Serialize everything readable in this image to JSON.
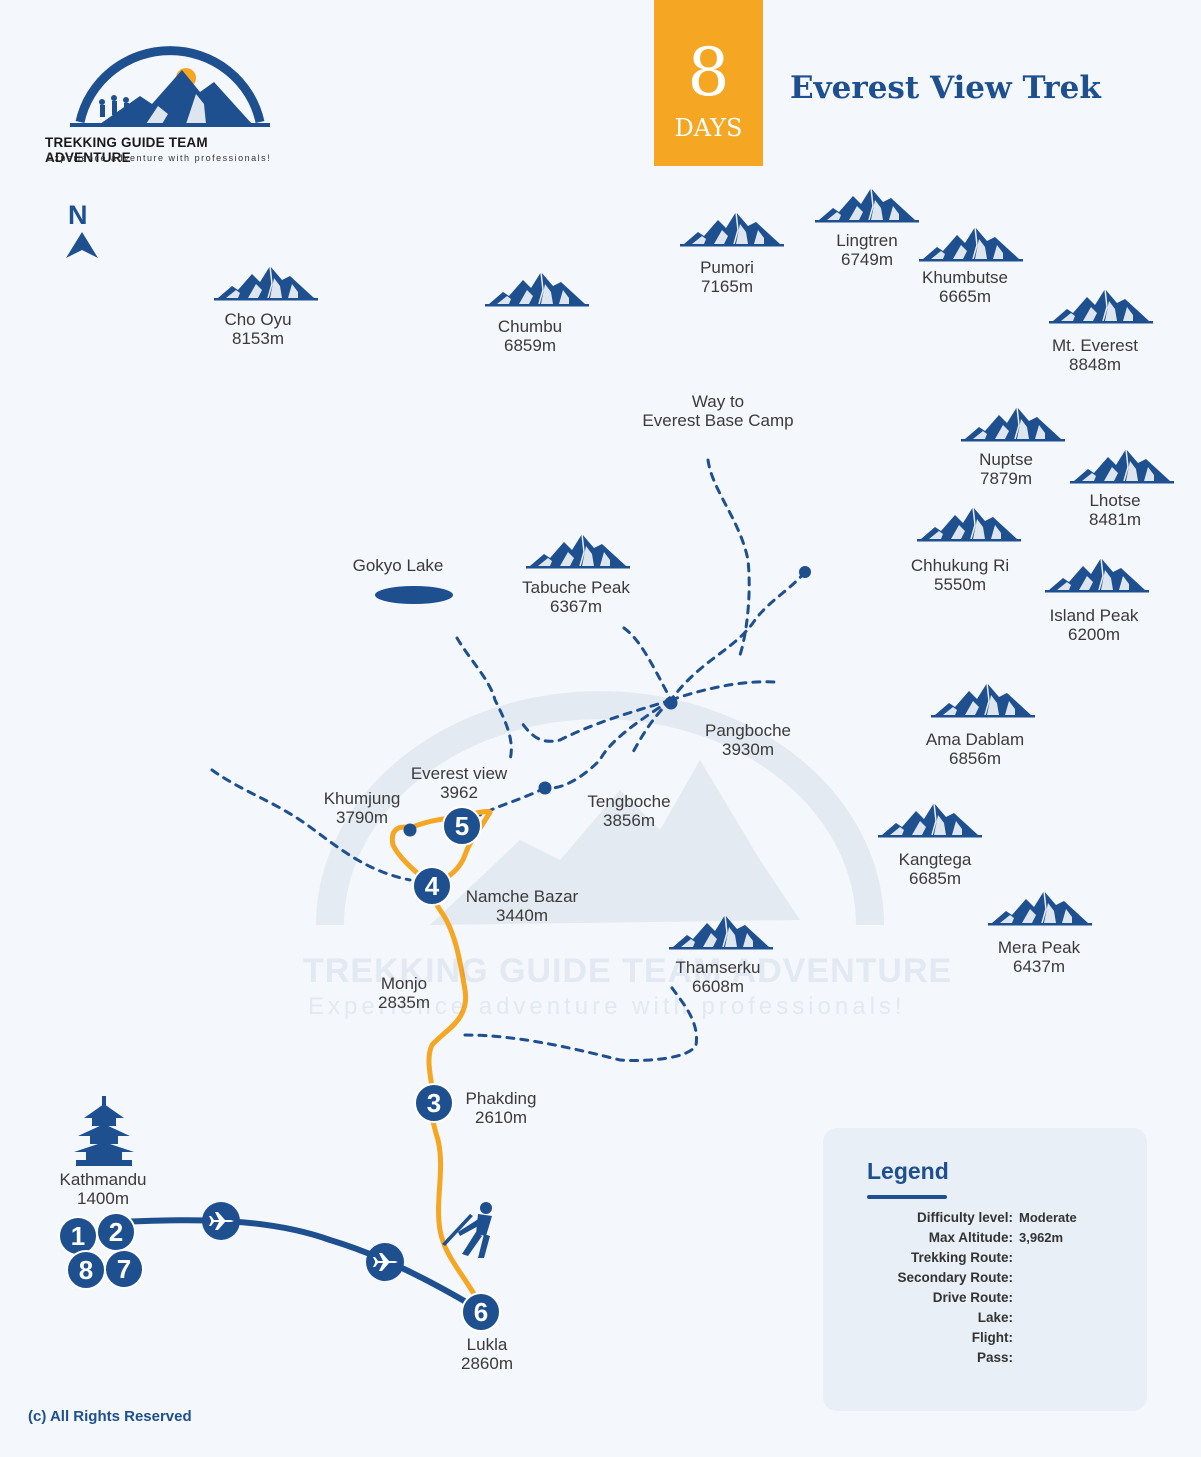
{
  "logo": {
    "name": "TREKKING GUIDE TEAM ADVENTURE",
    "tagline": "Experience adventure with professionals!"
  },
  "header": {
    "days_number": "8",
    "days_label": "DAYS",
    "title": "Everest View Trek"
  },
  "compass": {
    "label": "N",
    "icon": "north-arrow-icon"
  },
  "watermark": {
    "name": "TREKKING GUIDE TEAM ADVENTURE",
    "tagline": "Experience adventure with professionals!"
  },
  "peaks": [
    {
      "id": "cho-oyu",
      "name": "Cho Oyu",
      "alt": "8153m"
    },
    {
      "id": "chumbu",
      "name": "Chumbu",
      "alt": "6859m"
    },
    {
      "id": "pumori",
      "name": "Pumori",
      "alt": "7165m"
    },
    {
      "id": "lingtren",
      "name": "Lingtren",
      "alt": "6749m"
    },
    {
      "id": "khumbutse",
      "name": "Khumbutse",
      "alt": "6665m"
    },
    {
      "id": "mt-everest",
      "name": "Mt. Everest",
      "alt": "8848m"
    },
    {
      "id": "nuptse",
      "name": "Nuptse",
      "alt": "7879m"
    },
    {
      "id": "lhotse",
      "name": "Lhotse",
      "alt": "8481m"
    },
    {
      "id": "chhukung-ri",
      "name": "Chhukung Ri",
      "alt": "5550m"
    },
    {
      "id": "island-peak",
      "name": "Island Peak",
      "alt": "6200m"
    },
    {
      "id": "tabuche-peak",
      "name": "Tabuche Peak",
      "alt": "6367m"
    },
    {
      "id": "ama-dablam",
      "name": "Ama Dablam",
      "alt": "6856m"
    },
    {
      "id": "kangtega",
      "name": "Kangtega",
      "alt": "6685m"
    },
    {
      "id": "mera-peak",
      "name": "Mera Peak",
      "alt": "6437m"
    },
    {
      "id": "thamserku",
      "name": "Thamserku",
      "alt": "6608m"
    }
  ],
  "places": [
    {
      "id": "gokyo-lake",
      "name": "Gokyo Lake",
      "alt": ""
    },
    {
      "id": "way-ebc",
      "name": "Way to",
      "alt": "Everest Base Camp"
    },
    {
      "id": "pangboche",
      "name": "Pangboche",
      "alt": "3930m"
    },
    {
      "id": "tengboche",
      "name": "Tengboche",
      "alt": "3856m"
    },
    {
      "id": "everest-view",
      "name": "Everest view",
      "alt": "3962"
    },
    {
      "id": "khumjung",
      "name": "Khumjung",
      "alt": "3790m"
    },
    {
      "id": "namche",
      "name": "Namche Bazar",
      "alt": "3440m"
    },
    {
      "id": "monjo",
      "name": "Monjo",
      "alt": "2835m"
    },
    {
      "id": "phakding",
      "name": "Phakding",
      "alt": "2610m"
    },
    {
      "id": "lukla",
      "name": "Lukla",
      "alt": "2860m"
    },
    {
      "id": "kathmandu",
      "name": "Kathmandu",
      "alt": "1400m"
    }
  ],
  "stops": [
    {
      "id": "stop-1",
      "label": "1"
    },
    {
      "id": "stop-2",
      "label": "2"
    },
    {
      "id": "stop-8",
      "label": "8"
    },
    {
      "id": "stop-7",
      "label": "7"
    },
    {
      "id": "stop-3",
      "label": "3"
    },
    {
      "id": "stop-4",
      "label": "4"
    },
    {
      "id": "stop-5",
      "label": "5"
    },
    {
      "id": "stop-6",
      "label": "6"
    }
  ],
  "legend": {
    "title": "Legend",
    "difficulty_key": "Difficulty level:",
    "difficulty_val": "Moderate",
    "altitude_key": "Max Altitude:",
    "altitude_val": "3,962m",
    "trekking_key": "Trekking Route:",
    "secondary_key": "Secondary Route:",
    "drive_key": "Drive Route:",
    "lake_key": "Lake:",
    "flight_key": "Flight:",
    "pass_key": "Pass:"
  },
  "colors": {
    "brand_blue": "#1e4f8f",
    "route_orange": "#f5a623",
    "background": "#f4f7fb"
  },
  "footer": {
    "copyright": "(c) All Rights Reserved"
  }
}
